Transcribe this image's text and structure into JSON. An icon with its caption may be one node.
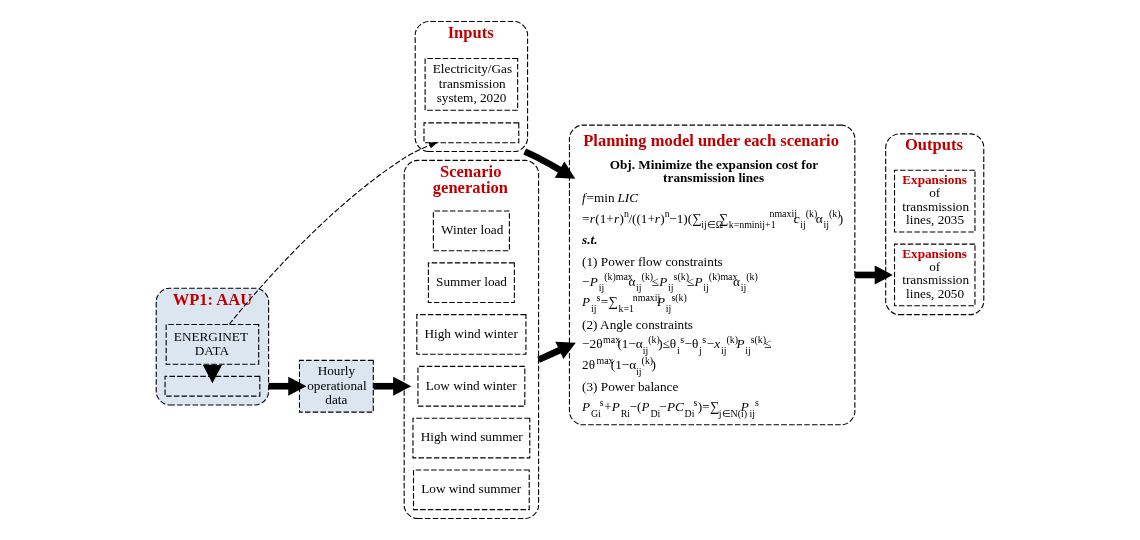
{
  "diagram": {
    "nodes": [
      {
        "text": [
          "WP1: AAU"
        ]
      },
      {
        "text": [
          "ENERGINET DATA"
        ],
        "in": 0
      },
      {
        "text": [],
        "shape": "box",
        "in": 0
      },
      {
        "text": [
          "Hourly operational data"
        ]
      },
      {
        "text": [
          "Inputs"
        ]
      },
      {
        "text": [
          "Electricity/Gas transmission system, 2020"
        ],
        "in": 4
      },
      {
        "text": [],
        "shape": "box",
        "in": 4
      },
      {
        "text": [
          "Scenario generation"
        ]
      },
      {
        "text": [
          "Winter load"
        ],
        "in": 7
      },
      {
        "text": [
          "Summer load"
        ],
        "in": 7
      },
      {
        "text": [
          "High wind winter"
        ],
        "in": 7
      },
      {
        "text": [
          "Low wind winter"
        ],
        "in": 7
      },
      {
        "text": [
          "High wind summer"
        ],
        "in": 7
      },
      {
        "text": [
          "Low wind summer"
        ],
        "in": 7
      },
      {
        "text": [
          "Planning model under each scenario",
          "Obj. Minimize the expansion cost for transmission lines",
          "*f*=min *LIC*",
          "=*r*(1+*r*)$^{n}$/((1+*r*)$^{n}$−1)(∑$_{ij∈Ω}$∑$_{k=nminij+1}$$^{nmaxij}$*c*$_{ij}$$^{(k)}$α$_{ij}$$^{(k)}$)",
          "s.t.",
          "(1) Power flow constraints",
          "−*P*$_{ij}$$^{(k)max}$α$_{ij}$$^{(k)}$≤*P*$_{ij}$$^{s(k)}$≤*P*$_{ij}$$^{(k)max}$α$_{ij}$$^{(k)}$",
          "*P*$_{ij}$$^{s}$=∑$_{k=1}$$^{nmaxij}$*P*$_{ij}$$^{s(k)}$",
          "(2) Angle constraints",
          "−2θ$^{max}$(1−α$_{ij}$$^{(k)}$)≤θ$_{i}$$^{s}$−θ$_{j}$$^{s}$−*x*$_{ij}$$^{(k)}$*P*$_{ij}$$^{s(k)}$≤",
          "2θ$^{max}$(1−α$_{ij}$$^{(k)}$)",
          "(3) Power balance",
          "*P*$_{Gi}$$^{s}$+*P*$_{Ri}$−(*P*$_{Di}$−*PC*$_{Di}$$^{s}$)=∑$_{j∈N(i)}$*P*$_{ij}$$^{s}$"
        ]
      },
      {
        "text": [
          "Outputs"
        ]
      },
      {
        "text": [
          "**Expansions** of transmission lines, 2035"
        ],
        "in": 15
      },
      {
        "text": [
          "**Expansions** of transmission lines, 2050"
        ],
        "in": 15
      }
    ],
    "edges": [
      {
        "from": 1,
        "to": 2,
        "arrow": "to"
      },
      {
        "from": 1,
        "to": 6,
        "arrow": "to",
        "style": "dashed"
      },
      {
        "from": 0,
        "to": 3,
        "arrow": "to"
      },
      {
        "from": 3,
        "to": 7,
        "arrow": "to"
      },
      {
        "from": 4,
        "to": 14,
        "arrow": "to"
      },
      {
        "from": 7,
        "to": 14,
        "arrow": "to"
      },
      {
        "from": 14,
        "to": 15,
        "arrow": "to"
      }
    ]
  }
}
